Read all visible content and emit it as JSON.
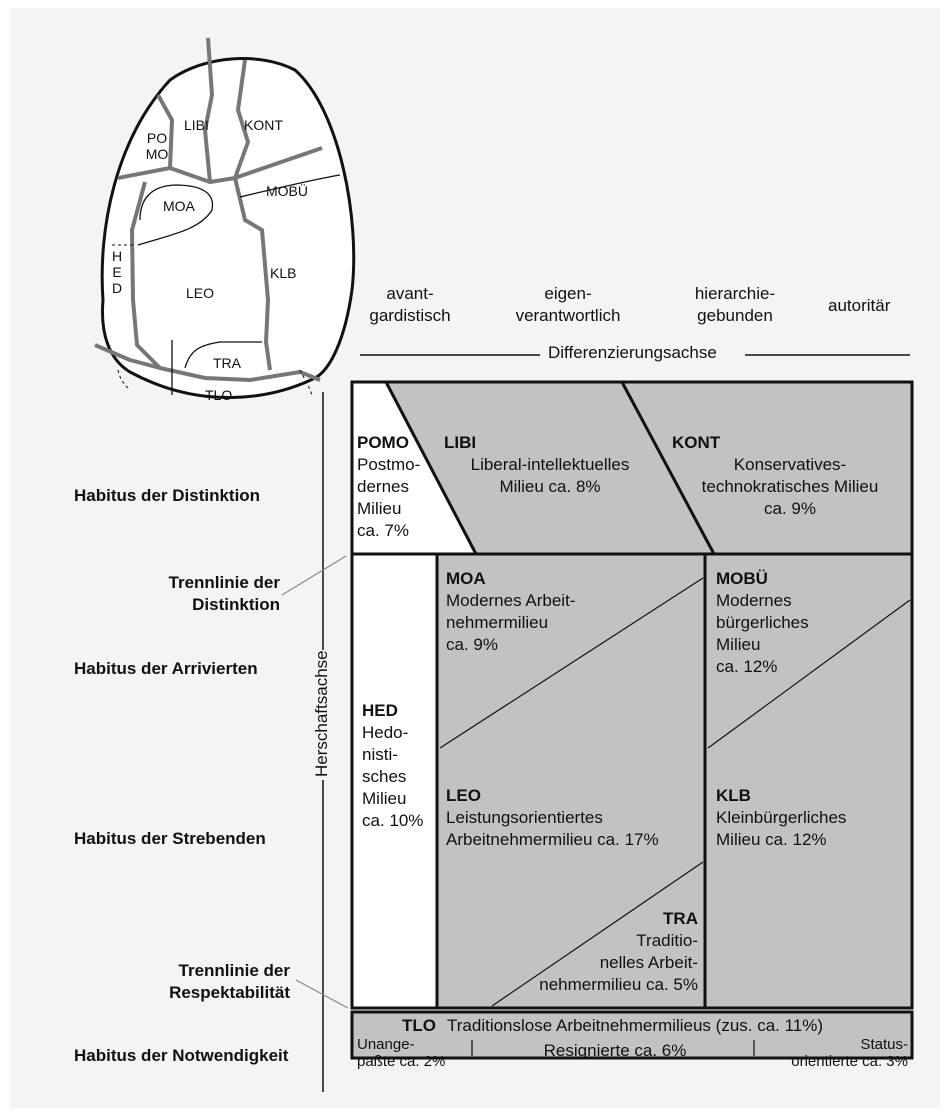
{
  "oval": {
    "pomo": "PO\nMO",
    "libi": "LIBI",
    "kont": "KONT",
    "moa": "MOA",
    "mobu": "MOBÜ",
    "hed": "H\nE\nD",
    "leo": "LEO",
    "klb": "KLB",
    "tra": "TRA",
    "tlo": "TLO"
  },
  "columns": {
    "avant": "avant-\ngardistisch",
    "eigen": "eigen-\nverantwortlich",
    "hier": "hierarchie-\ngebunden",
    "auto": "autoritär"
  },
  "axes": {
    "horizontal": "Differenzierungsachse",
    "vertical": "Herschaftsachse"
  },
  "left_labels": {
    "distinktion": "Habitus der Distinktion",
    "trenn_distinktion": "Trennlinie der\nDistinktion",
    "arrivierten": "Habitus der Arrivierten",
    "strebenden": "Habitus der Strebenden",
    "trenn_respekt": "Trennlinie der\nRespektabilität",
    "notwendigkeit": "Habitus der Notwendigkeit"
  },
  "cells": {
    "pomo_code": "POMO",
    "pomo_text": "Postmo-\ndernes\nMilieu\nca. 7%",
    "libi_code": "LIBI",
    "libi_text": "Liberal-intellektuelles\nMilieu ca. 8%",
    "kont_code": "KONT",
    "kont_text": "Konservatives-\ntechnokratisches Milieu\nca. 9%",
    "hed_code": "HED",
    "hed_text": "Hedo-\nnisti-\nsches\nMilieu\nca. 10%",
    "moa_code": "MOA",
    "moa_text": "Modernes Arbeit-\nnehmermilieu\nca. 9%",
    "leo_code": "LEO",
    "leo_text": "Leistungsorientiertes\nArbeitnehmermilieu ca. 17%",
    "tra_code": "TRA",
    "tra_text": "Traditio-\nnelles Arbeit-\nnehmermilieu ca. 5%",
    "mobu_code": "MOBÜ",
    "mobu_text": "Modernes\nbürgerliches\nMilieu\nca. 12%",
    "klb_code": "KLB",
    "klb_text": "Kleinbürgerliches\nMilieu ca. 12%",
    "tlo_code": "TLO",
    "tlo_text": "Traditionslose Arbeitnehmermilieus (zus. ca. 11%)",
    "unang_text": "Unange-\npaßte ca. 2%",
    "resig_text": "Resignierte ca. 6%",
    "status_text": "Status-\norientierte ca. 3%"
  },
  "colors": {
    "gray_fill": "#c2c2c2",
    "white_fill": "#ffffff",
    "line": "#111111",
    "oval_line": "#777777"
  }
}
